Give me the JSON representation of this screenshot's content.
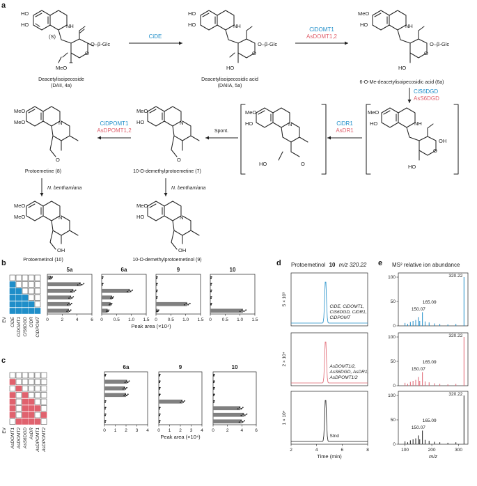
{
  "panels": {
    "a": "a",
    "b": "b",
    "c": "c",
    "d": "d",
    "e": "e"
  },
  "pathway": {
    "compounds": {
      "dai": {
        "name": "Deacetylisoipecoside",
        "sub": "(DAII, 4a)"
      },
      "daiia": {
        "name": "Deacetylisoipecosidic acid",
        "sub": "(DAIIA, 5a)"
      },
      "six_a": {
        "name": "6-O-Me-deacetylisoipecosidic acid (6a)"
      },
      "protoemetine": {
        "name": "Protoemetine (8)"
      },
      "demethylprotoemetine": {
        "name": "10-O-demethylprotoemetine (7)"
      },
      "protoemetinol": {
        "name": "Protoemetinol (10)"
      },
      "demethylprotoemetinol": {
        "name": "10-O-demethylprotoemetinol (9)"
      }
    },
    "enzymes": {
      "cide": "CiDE",
      "cidomt1": "CiDOMT1",
      "asdomt12": "AsDOMT1,2",
      "cis6dgd": "CiS6DGD",
      "ass6dgd": "AsS6DGD",
      "cidr1": "CiDR1",
      "asdr1": "AsDR1",
      "cidpomt1": "CiDPOMT1",
      "asdpomt12": "AsDPOMT1,2",
      "spont": "Spont.",
      "nbenth": "N. benthamiana"
    },
    "atoms": {
      "ho": "HO",
      "meo": "MeO",
      "nh": "NH",
      "n": "N",
      "o": "O",
      "oh": "OH",
      "s_label": "(S)",
      "h": "H",
      "oglc": "O–β-Glc",
      "meo_c": "MeO",
      "ho_c": "HO"
    }
  },
  "panel_b": {
    "rows": 6,
    "matrix_labels": [
      "EV",
      "CiDE",
      "CiDOMT1",
      "CiS6DGD",
      "CiDR",
      "CiDPOMT"
    ],
    "matrix_color": "#1f8ec9",
    "xlabel": "Peak area (×10⁴)",
    "charts": [
      {
        "title": "5a",
        "ticks": [
          "0",
          "2",
          "4",
          "6"
        ],
        "max": 6,
        "values": [
          0.5,
          4.5,
          3.5,
          3.2,
          3.0,
          2.9
        ]
      },
      {
        "title": "6a",
        "ticks": [
          "0",
          "0.5",
          "1.0",
          "1.5"
        ],
        "max": 1.5,
        "values": [
          0,
          0,
          0.95,
          0.35,
          0.3,
          0.2
        ]
      },
      {
        "title": "9",
        "ticks": [
          "0",
          "0.5",
          "1.0",
          "1.5"
        ],
        "max": 1.5,
        "values": [
          0,
          0,
          0,
          0,
          1.05,
          0.05
        ]
      },
      {
        "title": "10",
        "ticks": [
          "0",
          "0.5",
          "1.0",
          "1.5"
        ],
        "max": 1.5,
        "values": [
          0,
          0,
          0,
          0,
          0,
          1.1
        ]
      }
    ]
  },
  "panel_c": {
    "rows": 8,
    "matrix_labels": [
      "EV",
      "AsDOMT1",
      "AsDOMT2",
      "AsS6DGD",
      "AsDR",
      "AsDPOMT1",
      "AsDPOMT2"
    ],
    "matrix_color": "#e0626e",
    "xlabel": "Peak area (×10⁴)",
    "charts": [
      {
        "title": "6a",
        "ticks": [
          "0",
          "1",
          "2",
          "3",
          "4"
        ],
        "max": 4,
        "values": [
          0,
          2.1,
          1.9,
          2.0,
          0,
          0,
          0,
          0
        ]
      },
      {
        "title": "9",
        "ticks": [
          "0",
          "1",
          "2",
          "3",
          "4"
        ],
        "max": 4,
        "values": [
          0,
          0,
          0,
          0,
          2.2,
          0,
          0,
          0
        ]
      },
      {
        "title": "10",
        "ticks": [
          "0",
          "2",
          "4",
          "6"
        ],
        "max": 6,
        "values": [
          0,
          0,
          0,
          0,
          0,
          3.8,
          4.3,
          4.0
        ]
      }
    ]
  },
  "panel_d": {
    "title": "Protoemetinol",
    "title_bold": "10",
    "title_mz": "m/z 320.22",
    "traces": [
      {
        "ylabel": "5 × 10³",
        "color": "#1f8ec9",
        "label_lines": [
          "CiDE, CiDOMT1,",
          "CiS6DGD, CiDR1,",
          "CiDPOMT"
        ]
      },
      {
        "ylabel": "2 × 10⁴",
        "color": "#e0626e",
        "label_lines": [
          "AsDOMT1/2,",
          "AsS6DGD, AsDR1,",
          "AsDPOMT1/2"
        ]
      },
      {
        "ylabel": "1 × 10⁴",
        "color": "#1a1a1a",
        "label_lines": [
          "Stnd"
        ]
      }
    ],
    "xticks": [
      "2",
      "4",
      "6",
      "8"
    ],
    "xlabel": "Time (min)"
  },
  "panel_e": {
    "title": "MS² relative ion abundance",
    "yticks": [
      "0",
      "50",
      "100"
    ],
    "xticks": [
      "100",
      "200",
      "300"
    ],
    "xlabel": "m/z",
    "spectra": [
      {
        "color": "#1f8ec9",
        "labels": [
          "320.22",
          "150.07",
          "165.09"
        ]
      },
      {
        "color": "#e0626e",
        "labels": [
          "320.22",
          "150.07",
          "165.09"
        ]
      },
      {
        "color": "#1a1a1a",
        "labels": [
          "320.22",
          "150.07",
          "165.09"
        ]
      }
    ]
  }
}
